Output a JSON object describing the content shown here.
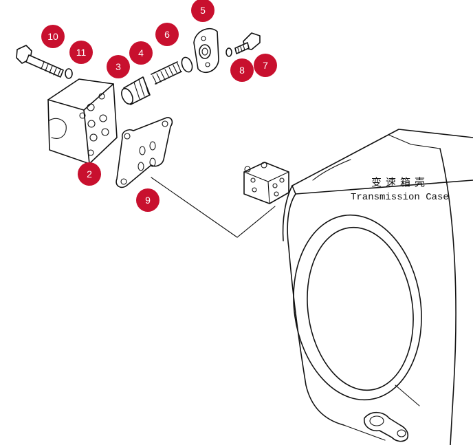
{
  "callouts": [
    {
      "id": "callout-10",
      "label": "10"
    },
    {
      "id": "callout-11",
      "label": "11"
    },
    {
      "id": "callout-3",
      "label": "3"
    },
    {
      "id": "callout-4",
      "label": "4"
    },
    {
      "id": "callout-6",
      "label": "6"
    },
    {
      "id": "callout-5",
      "label": "5"
    },
    {
      "id": "callout-8",
      "label": "8"
    },
    {
      "id": "callout-7",
      "label": "7"
    },
    {
      "id": "callout-2",
      "label": "2"
    },
    {
      "id": "callout-9",
      "label": "9"
    }
  ],
  "case_label": {
    "chinese": "变速箱壳",
    "english": "Transmission Case"
  },
  "colors": {
    "callout_fill": "#c8102e",
    "callout_text": "#ffffff",
    "line": "#111111"
  }
}
